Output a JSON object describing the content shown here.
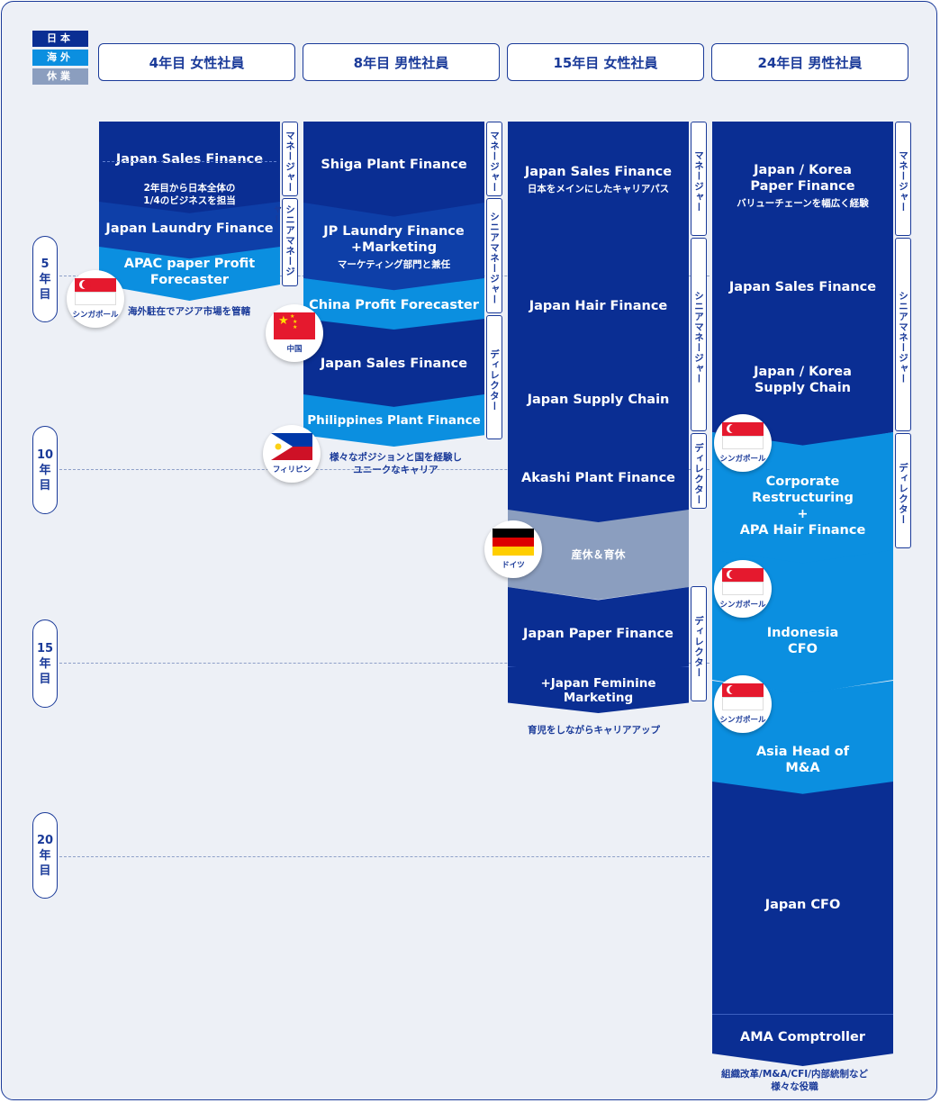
{
  "legend": {
    "japan": "日本",
    "overseas": "海外",
    "leave": "休業"
  },
  "colors": {
    "dark": "#0a2e93",
    "mid": "#0e3fa8",
    "light": "#0b8fe0",
    "gray": "#8b9ebf",
    "frame": "#1a3a99"
  },
  "columns": [
    {
      "label": "4年目 女性社員"
    },
    {
      "label": "8年目 男性社員"
    },
    {
      "label": "15年目 女性社員"
    },
    {
      "label": "24年目 男性社員"
    }
  ],
  "years": [
    {
      "num": "5",
      "unit": [
        "年",
        "目"
      ]
    },
    {
      "num": "10",
      "unit": [
        "年",
        "目"
      ]
    },
    {
      "num": "15",
      "unit": [
        "年",
        "目"
      ]
    },
    {
      "num": "20",
      "unit": [
        "年",
        "目"
      ]
    }
  ],
  "col1": {
    "b1": {
      "title": "Japan Sales Finance",
      "sub": "2年目から日本全体の\n1/4のビジネスを担当"
    },
    "b2": {
      "title": "Japan Laundry Finance"
    },
    "b3": {
      "title": "APAC paper Profit\nForecaster"
    },
    "roles": [
      "マネージャー",
      "シニアマネージャー"
    ],
    "note": "海外駐在でアジア市場を管轄",
    "flag": {
      "icon": "singapore-flag-icon",
      "caption": "シンガポール"
    }
  },
  "col2": {
    "b1": {
      "title": "Shiga Plant Finance"
    },
    "b2": {
      "title": "JP Laundry Finance\n+Marketing",
      "sub": "マーケティング部門と兼任"
    },
    "b3": {
      "title": "China Profit Forecaster"
    },
    "b4": {
      "title": "Japan Sales Finance"
    },
    "b5": {
      "title": "Philippines Plant Finance"
    },
    "roles": [
      "マネージャー",
      "シニアマネージャー",
      "ディレクター"
    ],
    "note": "様々なポジションと国を経験し\nユニークなキャリア",
    "flags": [
      {
        "icon": "china-flag-icon",
        "caption": "中国"
      },
      {
        "icon": "philippines-flag-icon",
        "caption": "フィリピン"
      }
    ]
  },
  "col3": {
    "b1": {
      "title": "Japan Sales Finance",
      "sub": "日本をメインにしたキャリアパス"
    },
    "b2": {
      "title": "Japan Hair Finance"
    },
    "b3": {
      "title": "Japan Supply Chain"
    },
    "b4": {
      "title": "Akashi Plant Finance"
    },
    "b5": {
      "title": "産休＆育休"
    },
    "b6": {
      "title": "Japan Paper Finance"
    },
    "b7": {
      "title": "+Japan Feminine\nMarketing"
    },
    "roles": [
      "マネージャー",
      "シニアマネージャー",
      "ディレクター",
      "ディレクター"
    ],
    "note": "育児をしながらキャリアアップ",
    "flag": {
      "icon": "germany-flag-icon",
      "caption": "ドイツ"
    }
  },
  "col4": {
    "b1": {
      "title": "Japan / Korea\nPaper Finance",
      "sub": "バリューチェーンを幅広く経験"
    },
    "b2": {
      "title": "Japan Sales Finance"
    },
    "b3": {
      "title": "Japan / Korea\nSupply Chain"
    },
    "b4": {
      "title": "Corporate\nRestructuring\n+\nAPA Hair Finance"
    },
    "b5": {
      "title": "Indonesia\nCFO"
    },
    "b6": {
      "title": "Asia Head of\nM&A"
    },
    "b7": {
      "title": "Japan CFO"
    },
    "b8": {
      "title": "AMA Comptroller"
    },
    "roles": [
      "マネージャー",
      "シニアマネージャー",
      "ディレクター"
    ],
    "note": "組織改革/M&A/CFI/内部統制など\n様々な役職",
    "flags": [
      {
        "icon": "singapore-flag-icon",
        "caption": "シンガポール"
      },
      {
        "icon": "singapore-flag-icon",
        "caption": "シンガポール"
      },
      {
        "icon": "singapore-flag-icon",
        "caption": "シンガポール"
      }
    ]
  }
}
